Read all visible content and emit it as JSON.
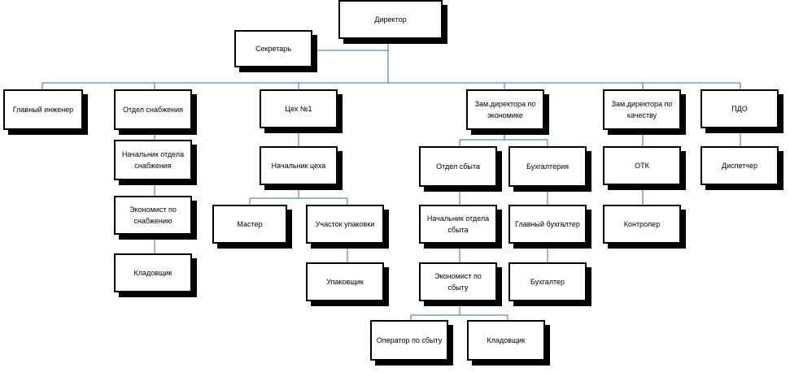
{
  "org_chart": {
    "director": "Директор",
    "secretary": "Секретарь",
    "chief_engineer": "Главный инженер",
    "supply": {
      "dept": "Отдел снабжения",
      "head": "Начальник отдела снабжения",
      "economist": "Экономист по снабжению",
      "storekeeper": "Кладовщик"
    },
    "workshop": {
      "name": "Цех №1",
      "head": "Начальник цеха",
      "master": "Мастер",
      "packing_area": "Участок упаковки",
      "packer": "Упаковщик"
    },
    "economics": {
      "deputy": "Зам.директора по экономике",
      "sales_dept": "Отдел сбыта",
      "sales_head": "Начальник отдела сбыта",
      "sales_economist": "Экономист по сбыту",
      "sales_operator": "Оператор по сбыту",
      "sales_storekeeper": "Кладовщик",
      "accounting": "Бухгалтерия",
      "chief_accountant": "Главный бухгалтер",
      "accountant": "Бухгалтер"
    },
    "quality": {
      "deputy": "Зам.директора по качеству",
      "otk": "ОТК",
      "controller": "Контролер"
    },
    "pdo": {
      "name": "ПДО",
      "dispatcher": "Диспетчер"
    }
  }
}
